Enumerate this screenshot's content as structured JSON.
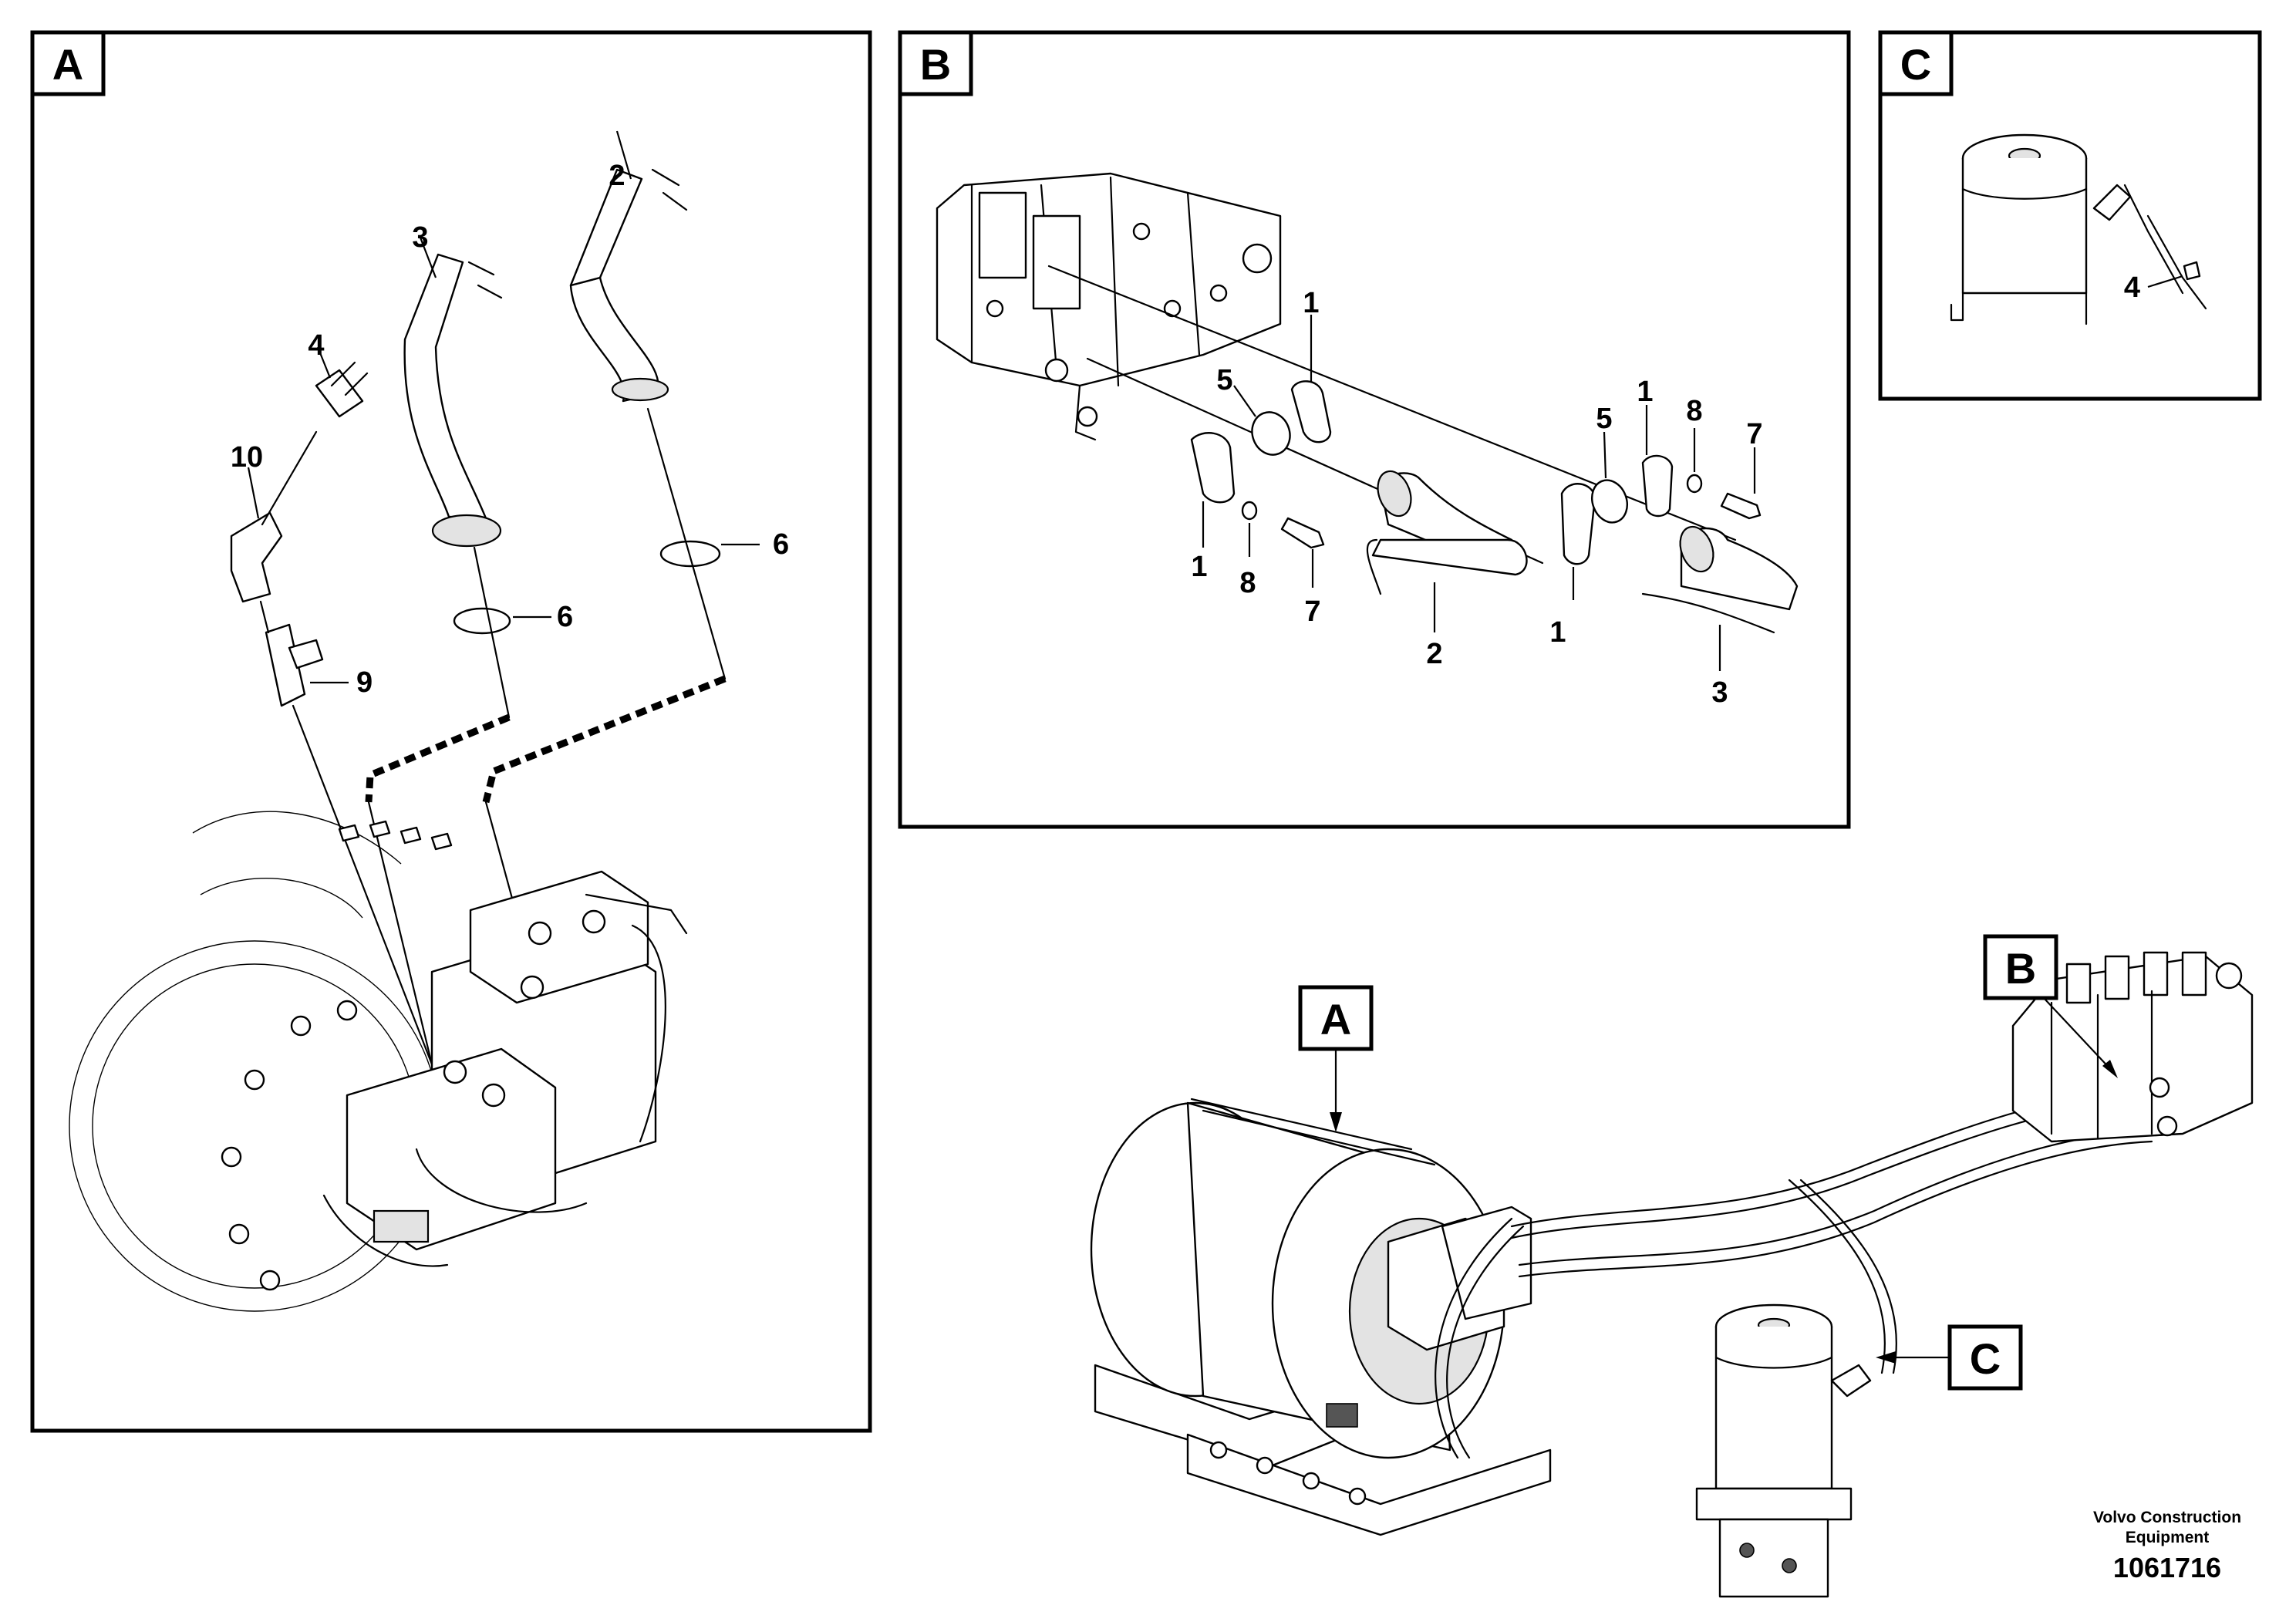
{
  "panels": {
    "A": {
      "label": "A",
      "callouts": [
        "2",
        "3",
        "4",
        "10",
        "6",
        "6",
        "9"
      ]
    },
    "B": {
      "label": "B",
      "callouts": [
        "1",
        "5",
        "5",
        "1",
        "8",
        "7",
        "1",
        "8",
        "7",
        "1",
        "2",
        "3"
      ]
    },
    "C": {
      "label": "C",
      "callouts": [
        "4"
      ]
    }
  },
  "overview": {
    "label_a": "A",
    "label_b": "B",
    "label_c": "C"
  },
  "caption": {
    "line1": "Volvo Construction",
    "line2": "Equipment",
    "number": "1061716"
  }
}
